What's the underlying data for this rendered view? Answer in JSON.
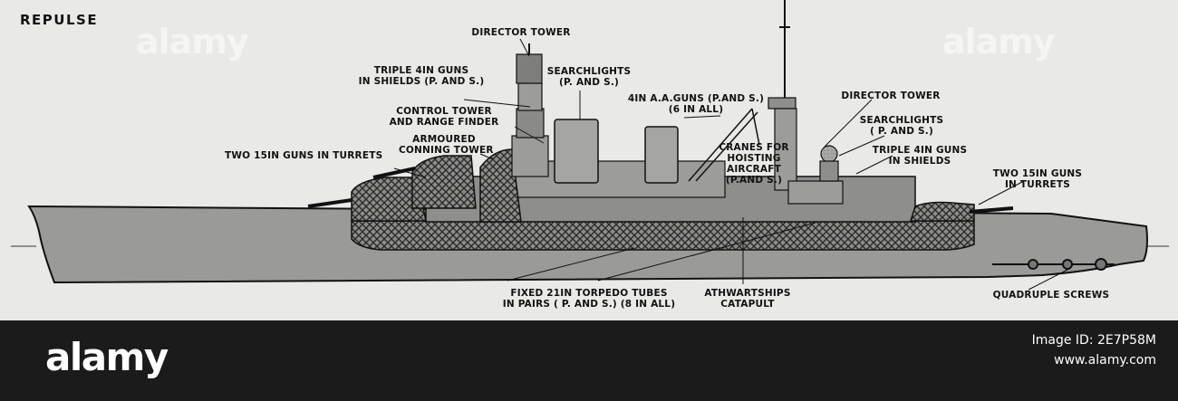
{
  "title": "REPULSE",
  "labels": {
    "director_tower_fwd": "DIRECTOR TOWER",
    "triple_guns_fwd": "TRIPLE 4IN GUNS\nIN SHIELDS (P. AND S.)",
    "searchlights_fwd": "SEARCHLIGHTS\n(P. AND S.)",
    "control_tower": "CONTROL TOWER\nAND RANGE FINDER",
    "armoured_conning": "ARMOURED\nCONNING TOWER",
    "two_15in_fwd": "TWO 15IN GUNS IN TURRETS",
    "aa_guns": "4IN A.A.GUNS (P.AND S.)\n(6 IN ALL)",
    "cranes": "CRANES FOR\nHOISTING\nAIRCRAFT\n(P.AND S.)",
    "director_tower_aft": "DIRECTOR TOWER",
    "searchlights_aft": "SEARCHLIGHTS\n( P. AND S.)",
    "triple_guns_aft": "TRIPLE 4IN GUNS\nIN SHIELDS",
    "two_15in_aft": "TWO 15IN GUNS\nIN TURRETS",
    "torpedo_tubes": "FIXED 21IN TORPEDO TUBES\nIN PAIRS ( P. AND S.) (8 IN ALL)",
    "catapult": "ATHWARTSHIPS\nCATAPULT",
    "screws": "QUADRUPLE SCREWS"
  },
  "watermarks": [
    "alamy",
    "alamy"
  ],
  "footer": {
    "logo": "alamy",
    "image_id": "Image ID: 2E7P58M",
    "url": "www.alamy.com"
  },
  "colors": {
    "plate": "#e9e9e7",
    "hull": "#9a9a98",
    "armour": "#6e6e6c",
    "ink": "#111111",
    "footer": "#1b1b1b"
  }
}
